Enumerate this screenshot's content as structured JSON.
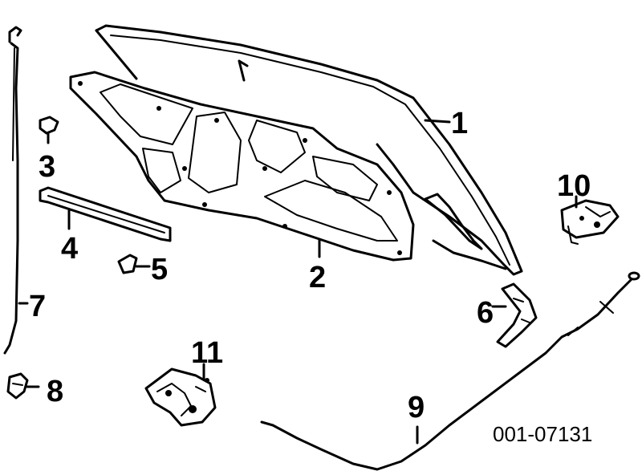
{
  "diagram": {
    "callouts": {
      "c1": "1",
      "c2": "2",
      "c3": "3",
      "c4": "4",
      "c5": "5",
      "c6": "6",
      "c7": "7",
      "c8": "8",
      "c9": "9",
      "c10": "10",
      "c11": "11"
    },
    "part_code": "001-07131"
  }
}
